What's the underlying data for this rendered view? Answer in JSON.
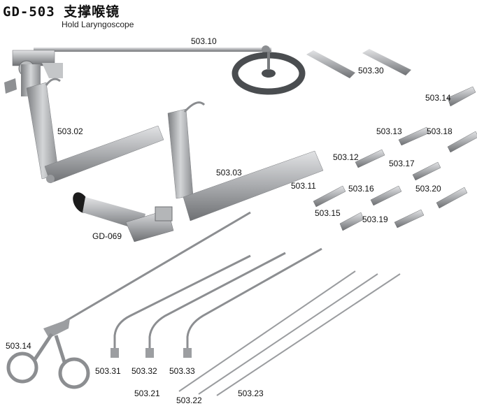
{
  "header": {
    "title": "GD-503 支撑喉镜",
    "subtitle": "Hold Laryngoscope"
  },
  "part_labels": {
    "p503_10": "503.10",
    "p503_30": "503.30",
    "p503_14_top": "503.14",
    "p503_13": "503.13",
    "p503_18": "503.18",
    "p503_02": "503.02",
    "p503_12": "503.12",
    "p503_17": "503.17",
    "p503_03": "503.03",
    "p503_11": "503.11",
    "p503_16": "503.16",
    "p503_20": "503.20",
    "p503_15": "503.15",
    "p503_19": "503.19",
    "gd_069": "GD-069",
    "p503_14_bottom": "503.14",
    "p503_31": "503.31",
    "p503_32": "503.32",
    "p503_33": "503.33",
    "p503_21": "503.21",
    "p503_22": "503.22",
    "p503_23": "503.23"
  },
  "colors": {
    "steel": "#a7a9ac",
    "steel_dark": "#6d6f72",
    "steel_light": "#d6d8da",
    "wheel": "#4a4d50",
    "black": "#1c1c1c"
  }
}
